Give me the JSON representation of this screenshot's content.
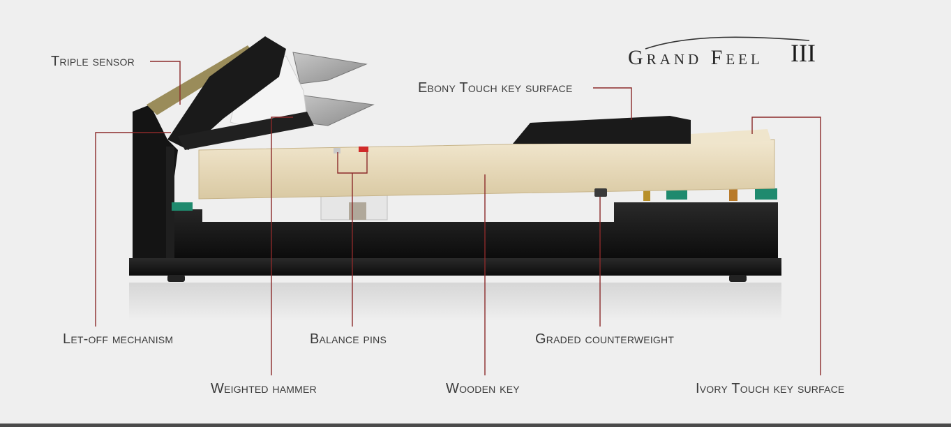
{
  "brand": {
    "name": "Grand Feel",
    "version": "III"
  },
  "callouts": {
    "triple_sensor": "Triple sensor",
    "ebony_touch": "Ebony Touch key surface",
    "let_off": "Let-off mechanism",
    "balance_pins": "Balance pins",
    "graded_counterweight": "Graded counterweight",
    "weighted_hammer": "Weighted hammer",
    "wooden_key": "Wooden key",
    "ivory_touch": "Ivory Touch key surface"
  },
  "colors": {
    "background": "#efefef",
    "leader_line": "#8b2a2a",
    "wood": "#e8dcc0",
    "black_body": "#151515",
    "felt_green": "#1f8a6e",
    "steel": "#a9a9a9"
  }
}
